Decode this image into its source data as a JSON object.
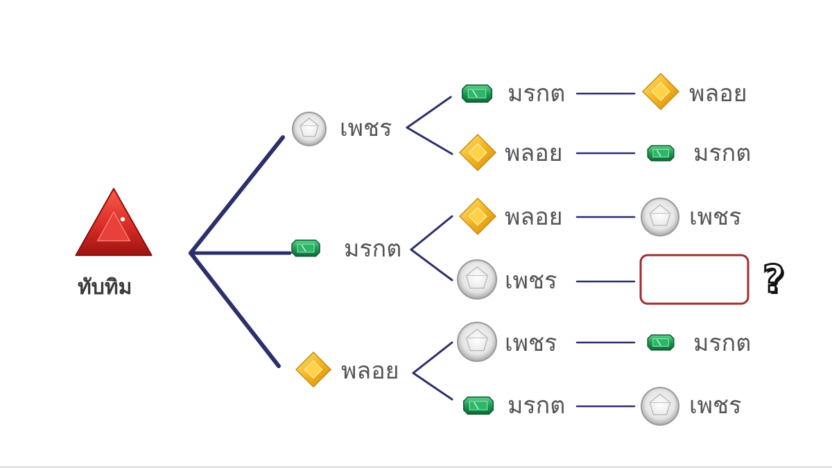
{
  "labels": {
    "ruby": "ทับทิม",
    "diamond": "เพชร",
    "emerald": "มรกต",
    "topaz": "พลอย"
  },
  "icons": {
    "ruby": "ruby-triangle-icon",
    "diamond": "diamond-round-icon",
    "emerald": "emerald-rect-icon",
    "topaz": "topaz-yellow-icon"
  },
  "colors": {
    "branch": "#2b2f6b",
    "ruby": "#d42a25",
    "emerald": "#1f9a55",
    "topaz": "#f2b623",
    "diamond": "#d9d9d9",
    "answer_box": "#a52a2a"
  },
  "tree": {
    "root": "ruby",
    "level1": [
      "diamond",
      "emerald",
      "topaz"
    ],
    "level2": [
      "emerald",
      "topaz",
      "topaz",
      "diamond",
      "diamond",
      "emerald"
    ],
    "level3": [
      "topaz",
      "emerald",
      "diamond",
      null,
      "emerald",
      "diamond"
    ]
  },
  "question_mark": "?"
}
